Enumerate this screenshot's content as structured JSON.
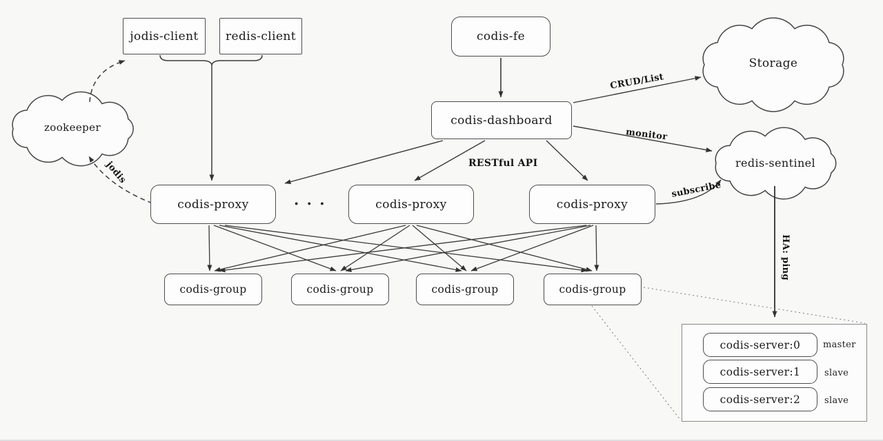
{
  "nodes": {
    "jodis_client": {
      "label": "jodis-client"
    },
    "redis_client": {
      "label": "redis-client"
    },
    "codis_fe": {
      "label": "codis-fe"
    },
    "codis_dashboard": {
      "label": "codis-dashboard"
    },
    "zookeeper": {
      "label": "zookeeper"
    },
    "storage": {
      "label": "Storage"
    },
    "redis_sentinel": {
      "label": "redis-sentinel"
    },
    "codis_proxy_1": {
      "label": "codis-proxy"
    },
    "codis_proxy_2": {
      "label": "codis-proxy"
    },
    "codis_proxy_3": {
      "label": "codis-proxy"
    },
    "codis_group_1": {
      "label": "codis-group"
    },
    "codis_group_2": {
      "label": "codis-group"
    },
    "codis_group_3": {
      "label": "codis-group"
    },
    "codis_group_4": {
      "label": "codis-group"
    },
    "codis_server_0": {
      "label": "codis-server:0",
      "role": "master"
    },
    "codis_server_1": {
      "label": "codis-server:1",
      "role": "slave"
    },
    "codis_server_2": {
      "label": "codis-server:2",
      "role": "slave"
    }
  },
  "edge_labels": {
    "crud_list": "CRUD/List",
    "monitor": "monitor",
    "restful_api": "RESTful API",
    "subscribe": "subscribe",
    "jodis": "jodis",
    "ha_ping": "HA: ping",
    "proxy_ellipsis": "· · ·"
  },
  "colors": {
    "line": "#3a3a3a",
    "box_border": "#4d4d4d",
    "box_fill": "#fdfdfd",
    "background": "#f8f8f7",
    "text": "#1b1b1b"
  }
}
